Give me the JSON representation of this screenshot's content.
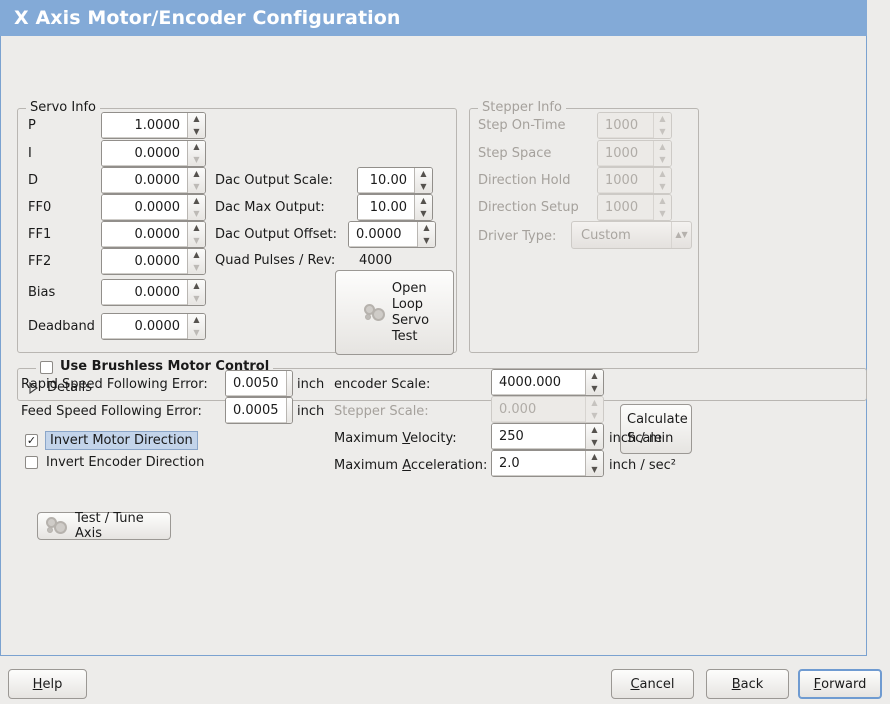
{
  "window": {
    "title": "X Axis Motor/Encoder Configuration",
    "accent": "#83aad7"
  },
  "servo": {
    "legend": "Servo Info",
    "pid": [
      {
        "label": "P",
        "value": "1.0000"
      },
      {
        "label": "I",
        "value": "0.0000"
      },
      {
        "label": "D",
        "value": "0.0000"
      },
      {
        "label": "FF0",
        "value": "0.0000"
      },
      {
        "label": "FF1",
        "value": "0.0000"
      },
      {
        "label": "FF2",
        "value": "0.0000"
      },
      {
        "label": "Bias",
        "value": "0.0000"
      },
      {
        "label": "Deadband",
        "value": "0.0000"
      }
    ],
    "dac": [
      {
        "label": "Dac Output Scale:",
        "value": "10.00"
      },
      {
        "label": "Dac Max Output:",
        "value": "10.00"
      },
      {
        "label": "Dac Output Offset:",
        "value": "0.0000"
      }
    ],
    "quad_label": "Quad Pulses / Rev:",
    "quad_value": "4000",
    "open_loop_button": [
      "Open",
      "Loop",
      "Servo",
      "Test"
    ]
  },
  "stepper": {
    "legend": "Stepper Info",
    "fields": [
      {
        "label": "Step On-Time",
        "value": "1000"
      },
      {
        "label": "Step Space",
        "value": "1000"
      },
      {
        "label": "Direction Hold",
        "value": "1000"
      },
      {
        "label": "Direction Setup",
        "value": "1000"
      }
    ],
    "driver_label": "Driver Type:",
    "driver_value": "Custom",
    "disabled": true
  },
  "brushless": {
    "checkbox_label": "Use Brushless Motor Control",
    "checked": false,
    "details_label": "Details",
    "details_expanded": false
  },
  "errors": {
    "rapid_label": "Rapid Speed Following Error:",
    "rapid_value": "0.0050",
    "rapid_unit": "inch",
    "feed_label": "Feed Speed Following Error:",
    "feed_value": "0.0005",
    "feed_unit": "inch"
  },
  "inverts": {
    "motor_label": "Invert Motor Direction",
    "motor_checked": true,
    "motor_focused": true,
    "encoder_label": "Invert Encoder Direction",
    "encoder_checked": false
  },
  "test_tune_button": "Test / Tune Axis",
  "scale": {
    "encoder_label": "encoder Scale:",
    "encoder_value": "4000.000",
    "stepper_label": "Stepper Scale:",
    "stepper_value": "0.000",
    "stepper_disabled": true,
    "calculate_button": [
      "Calculate",
      "Scale"
    ],
    "max_velocity_label_pre": "Maximum ",
    "max_velocity_label_mn": "V",
    "max_velocity_label_post": "elocity:",
    "max_velocity_value": "250",
    "max_velocity_unit": "inch / min",
    "max_accel_label_pre": "Maximum ",
    "max_accel_label_mn": "A",
    "max_accel_label_post": "cceleration:",
    "max_accel_value": "2.0",
    "max_accel_unit": "inch / sec²"
  },
  "footer": {
    "help_mn": "H",
    "help_post": "elp",
    "cancel_mn": "C",
    "cancel_post": "ancel",
    "back_mn": "B",
    "back_post": "ack",
    "forward_mn": "F",
    "forward_post": "orward",
    "forward_focused": true
  }
}
